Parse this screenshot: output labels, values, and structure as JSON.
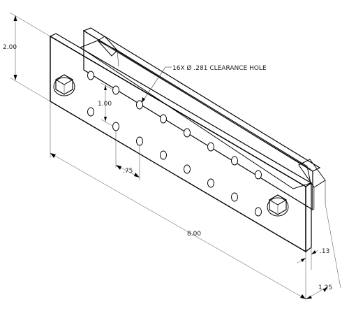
{
  "drawing": {
    "dimensions": {
      "height": "2.00",
      "hole_pitch_vertical": "1.00",
      "hole_pitch_horizontal": ".75",
      "length": "8.00",
      "plate_thickness": ".13",
      "depth": "1.25"
    },
    "callout": {
      "hole_note": "16X Ø .281 CLEARANCE HOLE"
    }
  }
}
